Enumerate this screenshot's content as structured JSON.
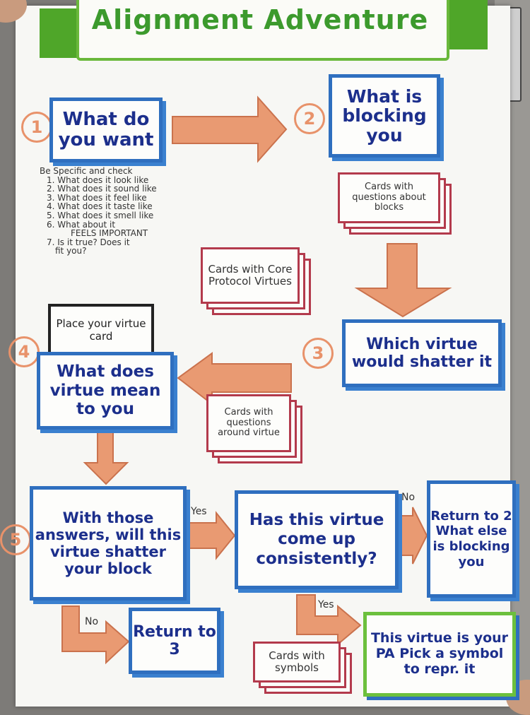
{
  "title": "Alignment Adventure",
  "steps": {
    "s1": {
      "number": "1",
      "label": "What do you want"
    },
    "s2": {
      "number": "2",
      "label": "What is blocking you"
    },
    "s3": {
      "number": "3",
      "label": "Which virtue would shatter it"
    },
    "s4": {
      "number": "4",
      "label": "What does virtue mean to you"
    },
    "s5": {
      "number": "5",
      "label": "With those answers, will this virtue shatter your block"
    }
  },
  "boxes": {
    "consistent": "Has this virtue come up consistently?",
    "return2": "Return to 2 What else is blocking you",
    "return3": "Return to 3",
    "final": "This virtue is your PA Pick a symbol to repr. it",
    "place_virtue": "Place your virtue card"
  },
  "cards": {
    "blocks": "Cards with questions about blocks",
    "core": "Cards with Core Protocol Virtues",
    "virtue_q": "Cards with questions around virtue",
    "symbols": "Cards with symbols"
  },
  "labels": {
    "yes1": "Yes",
    "no1": "No",
    "no2": "No",
    "yes2": "Yes"
  },
  "notes": {
    "heading": "Be Specific and check",
    "items": [
      "1. What does it look like",
      "2. What does it sound like",
      "3. What does it feel like",
      "4. What does it taste like",
      "5. What does it smell like",
      "6. What about it",
      "FEELS IMPORTANT",
      "7. Is it true? Does it",
      "fit you?"
    ]
  }
}
